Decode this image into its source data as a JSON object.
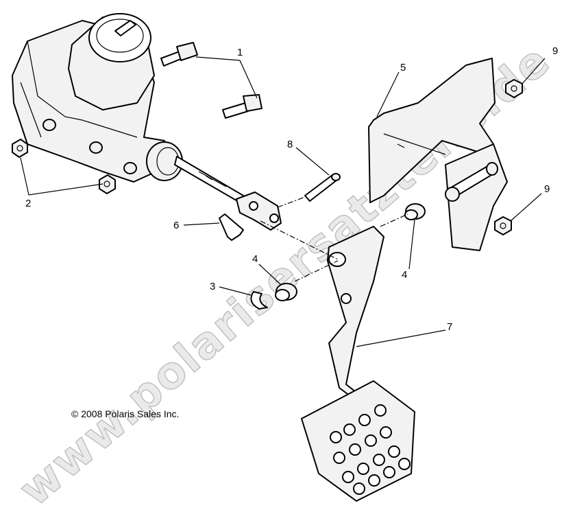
{
  "diagram": {
    "callouts": [
      "1",
      "2",
      "3",
      "4",
      "4",
      "5",
      "6",
      "7",
      "8",
      "9",
      "9"
    ],
    "copyright": "© 2008 Polaris Sales Inc.",
    "watermark": "www.polarisersatzteile.de"
  }
}
